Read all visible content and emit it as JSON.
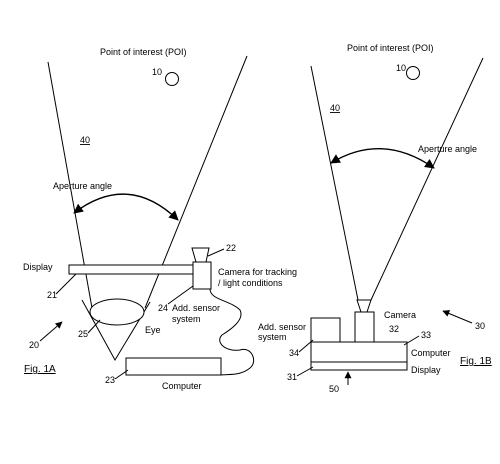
{
  "fig_a": {
    "poi_label": "Point of interest (POI)",
    "poi_ref": "10",
    "beam_ref": "40",
    "aperture_label": "Aperture angle",
    "display_label": "Display",
    "display_ref": "21",
    "camera_ref": "22",
    "camera_label_line1": "Camera for tracking",
    "camera_label_line2": "/ light conditions",
    "sensor_ref": "24",
    "sensor_label_line1": "Add. sensor",
    "sensor_label_line2": "system",
    "eye_ref": "25",
    "eye_label": "Eye",
    "system_ref": "20",
    "computer_ref": "23",
    "computer_label": "Computer",
    "caption": "Fig. 1A"
  },
  "fig_b": {
    "poi_label": "Point of interest (POI)",
    "poi_ref": "10",
    "beam_ref": "40",
    "aperture_label": "Aperture angle",
    "camera_label": "Camera",
    "camera_ref": "32",
    "sensor_label_line1": "Add. sensor",
    "sensor_label_line2": "system",
    "sensor_ref": "34",
    "computer_ref": "33",
    "computer_label": "Computer",
    "display_ref": "31",
    "display_label": "Display",
    "bottom_ref": "50",
    "system_ref": "30",
    "caption": "Fig. 1B"
  }
}
